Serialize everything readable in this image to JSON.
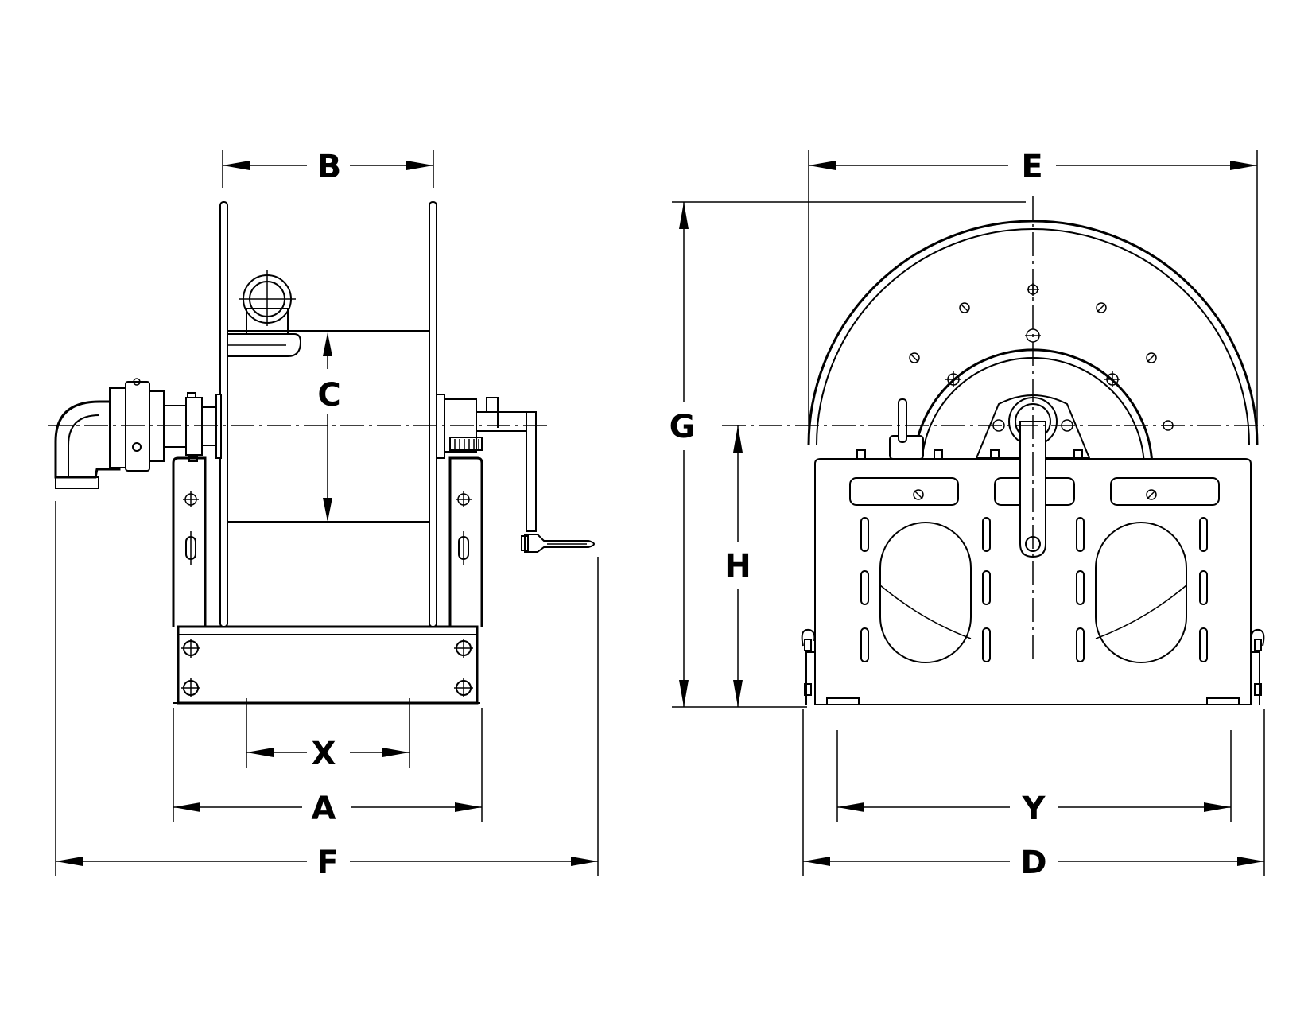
{
  "dimension_labels": {
    "A": "A",
    "B": "B",
    "C": "C",
    "D": "D",
    "E": "E",
    "F": "F",
    "G": "G",
    "H": "H",
    "X": "X",
    "Y": "Y"
  },
  "colors": {
    "line": "#000000",
    "background": "#ffffff"
  }
}
